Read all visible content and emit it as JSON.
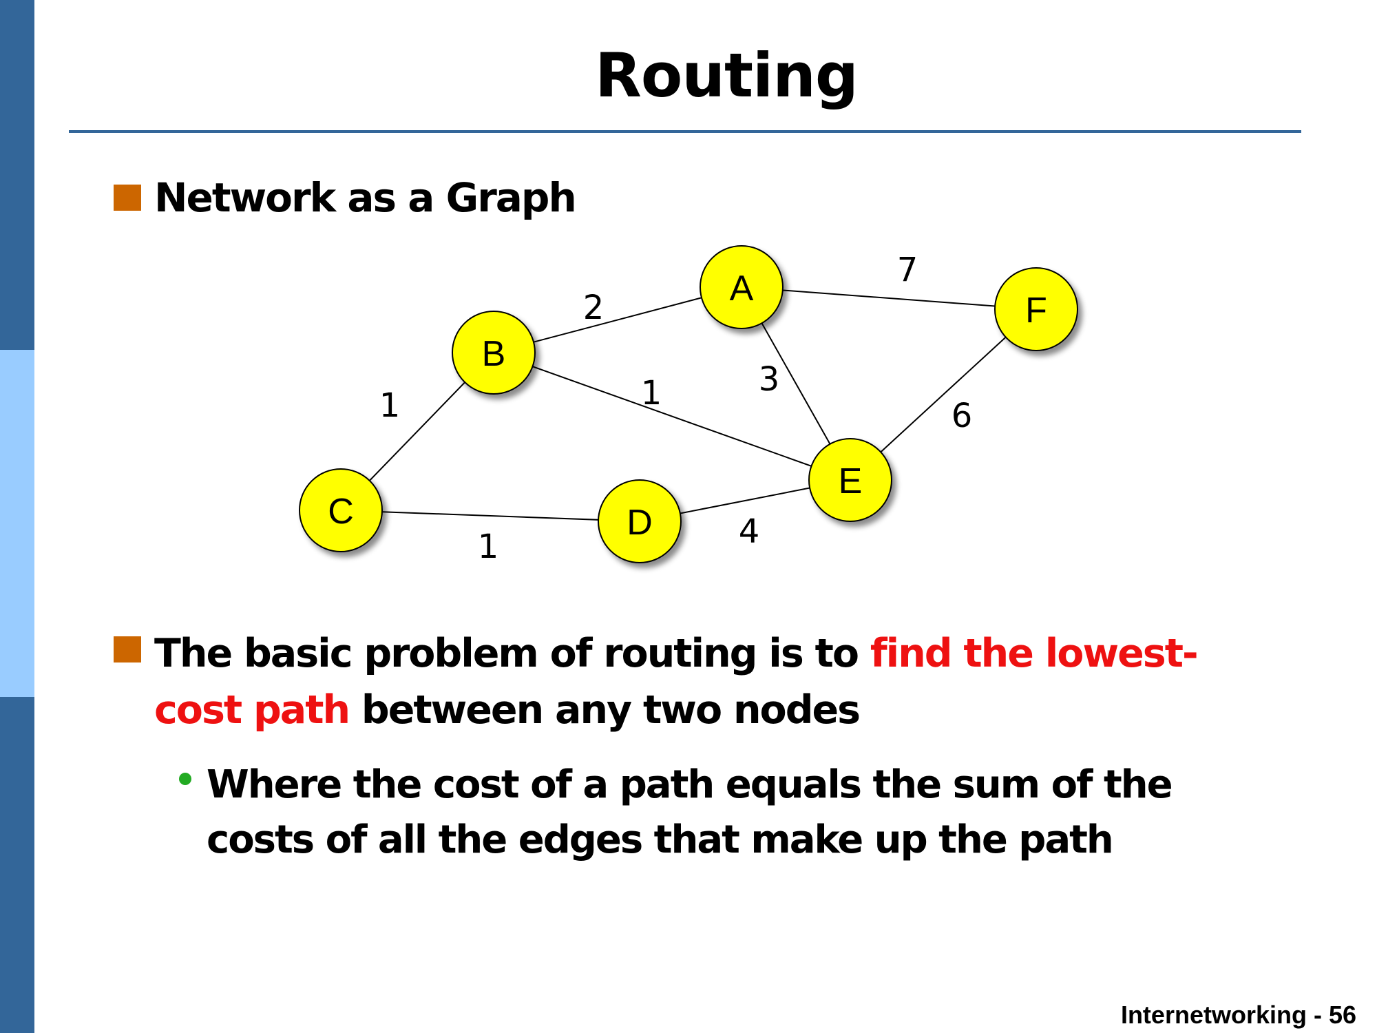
{
  "slide": {
    "title": "Routing",
    "bullet1": "Network as a Graph",
    "bullet2_part1": "The basic problem of routing is to ",
    "bullet2_highlight": "find the lowest-cost path",
    "bullet2_part2": " between any two nodes",
    "subbullet": "Where the cost of a path equals the sum of the costs of all the edges that make up the path",
    "footer": "Internetworking - 56"
  },
  "colors": {
    "sidebar_dark": "#336699",
    "sidebar_light": "#99ccff",
    "bullet_square": "#cc6600",
    "highlight_text": "#ee1111",
    "sub_bullet_dot": "#22aa22",
    "node_fill": "#ffff00"
  },
  "graph": {
    "nodes": [
      {
        "id": "A",
        "label": "A"
      },
      {
        "id": "B",
        "label": "B"
      },
      {
        "id": "C",
        "label": "C"
      },
      {
        "id": "D",
        "label": "D"
      },
      {
        "id": "E",
        "label": "E"
      },
      {
        "id": "F",
        "label": "F"
      }
    ],
    "edges": [
      {
        "from": "B",
        "to": "A",
        "cost": "2"
      },
      {
        "from": "A",
        "to": "F",
        "cost": "7"
      },
      {
        "from": "A",
        "to": "E",
        "cost": "3"
      },
      {
        "from": "B",
        "to": "E",
        "cost": "1"
      },
      {
        "from": "B",
        "to": "C",
        "cost": "1"
      },
      {
        "from": "C",
        "to": "D",
        "cost": "1"
      },
      {
        "from": "D",
        "to": "E",
        "cost": "4"
      },
      {
        "from": "E",
        "to": "F",
        "cost": "6"
      }
    ]
  }
}
